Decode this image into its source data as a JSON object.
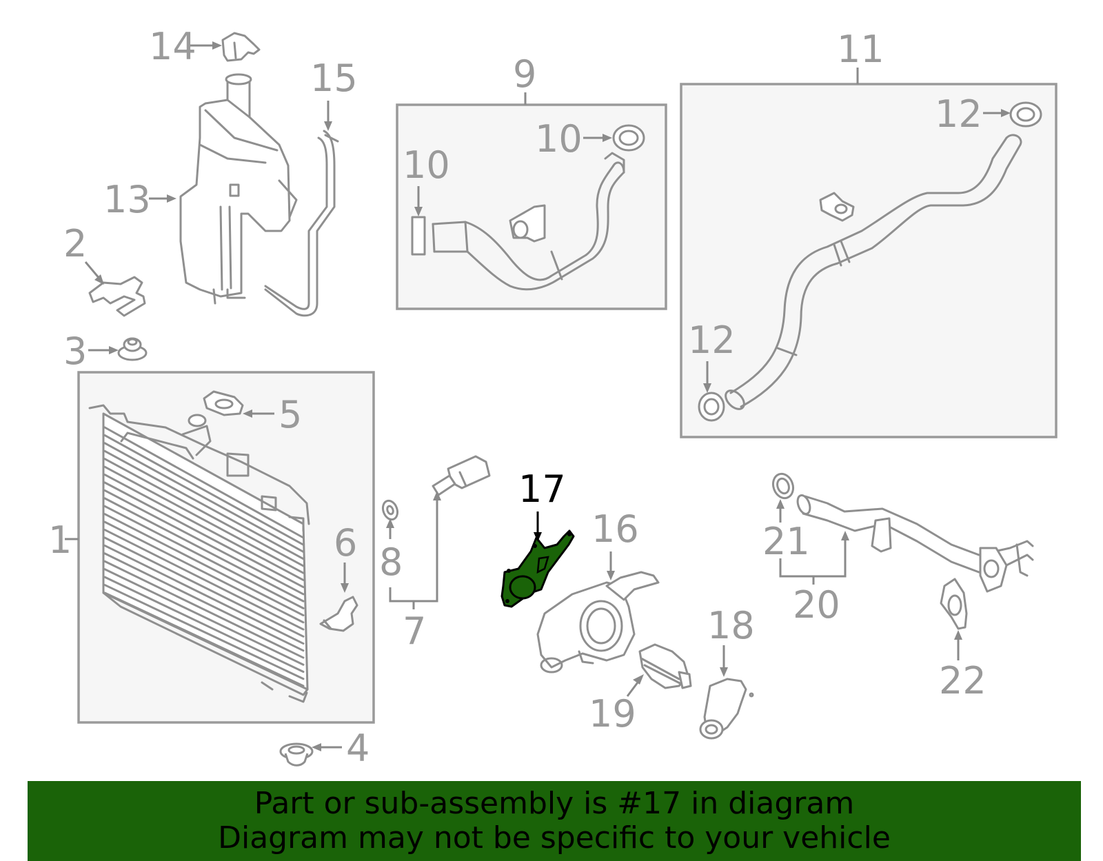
{
  "highlight_color": "#1a6308",
  "highlighted_part": "17",
  "labels": {
    "p1": "1",
    "p2": "2",
    "p3": "3",
    "p4": "4",
    "p5": "5",
    "p6": "6",
    "p7": "7",
    "p8": "8",
    "p9": "9",
    "p10a": "10",
    "p10b": "10",
    "p11": "11",
    "p12a": "12",
    "p12b": "12",
    "p13": "13",
    "p14": "14",
    "p15": "15",
    "p16": "16",
    "p17": "17",
    "p18": "18",
    "p19": "19",
    "p20": "20",
    "p21": "21",
    "p22": "22"
  },
  "banner": {
    "line1": "Part or sub-assembly is #17 in diagram",
    "line2": "Diagram may not be specific to your vehicle"
  }
}
